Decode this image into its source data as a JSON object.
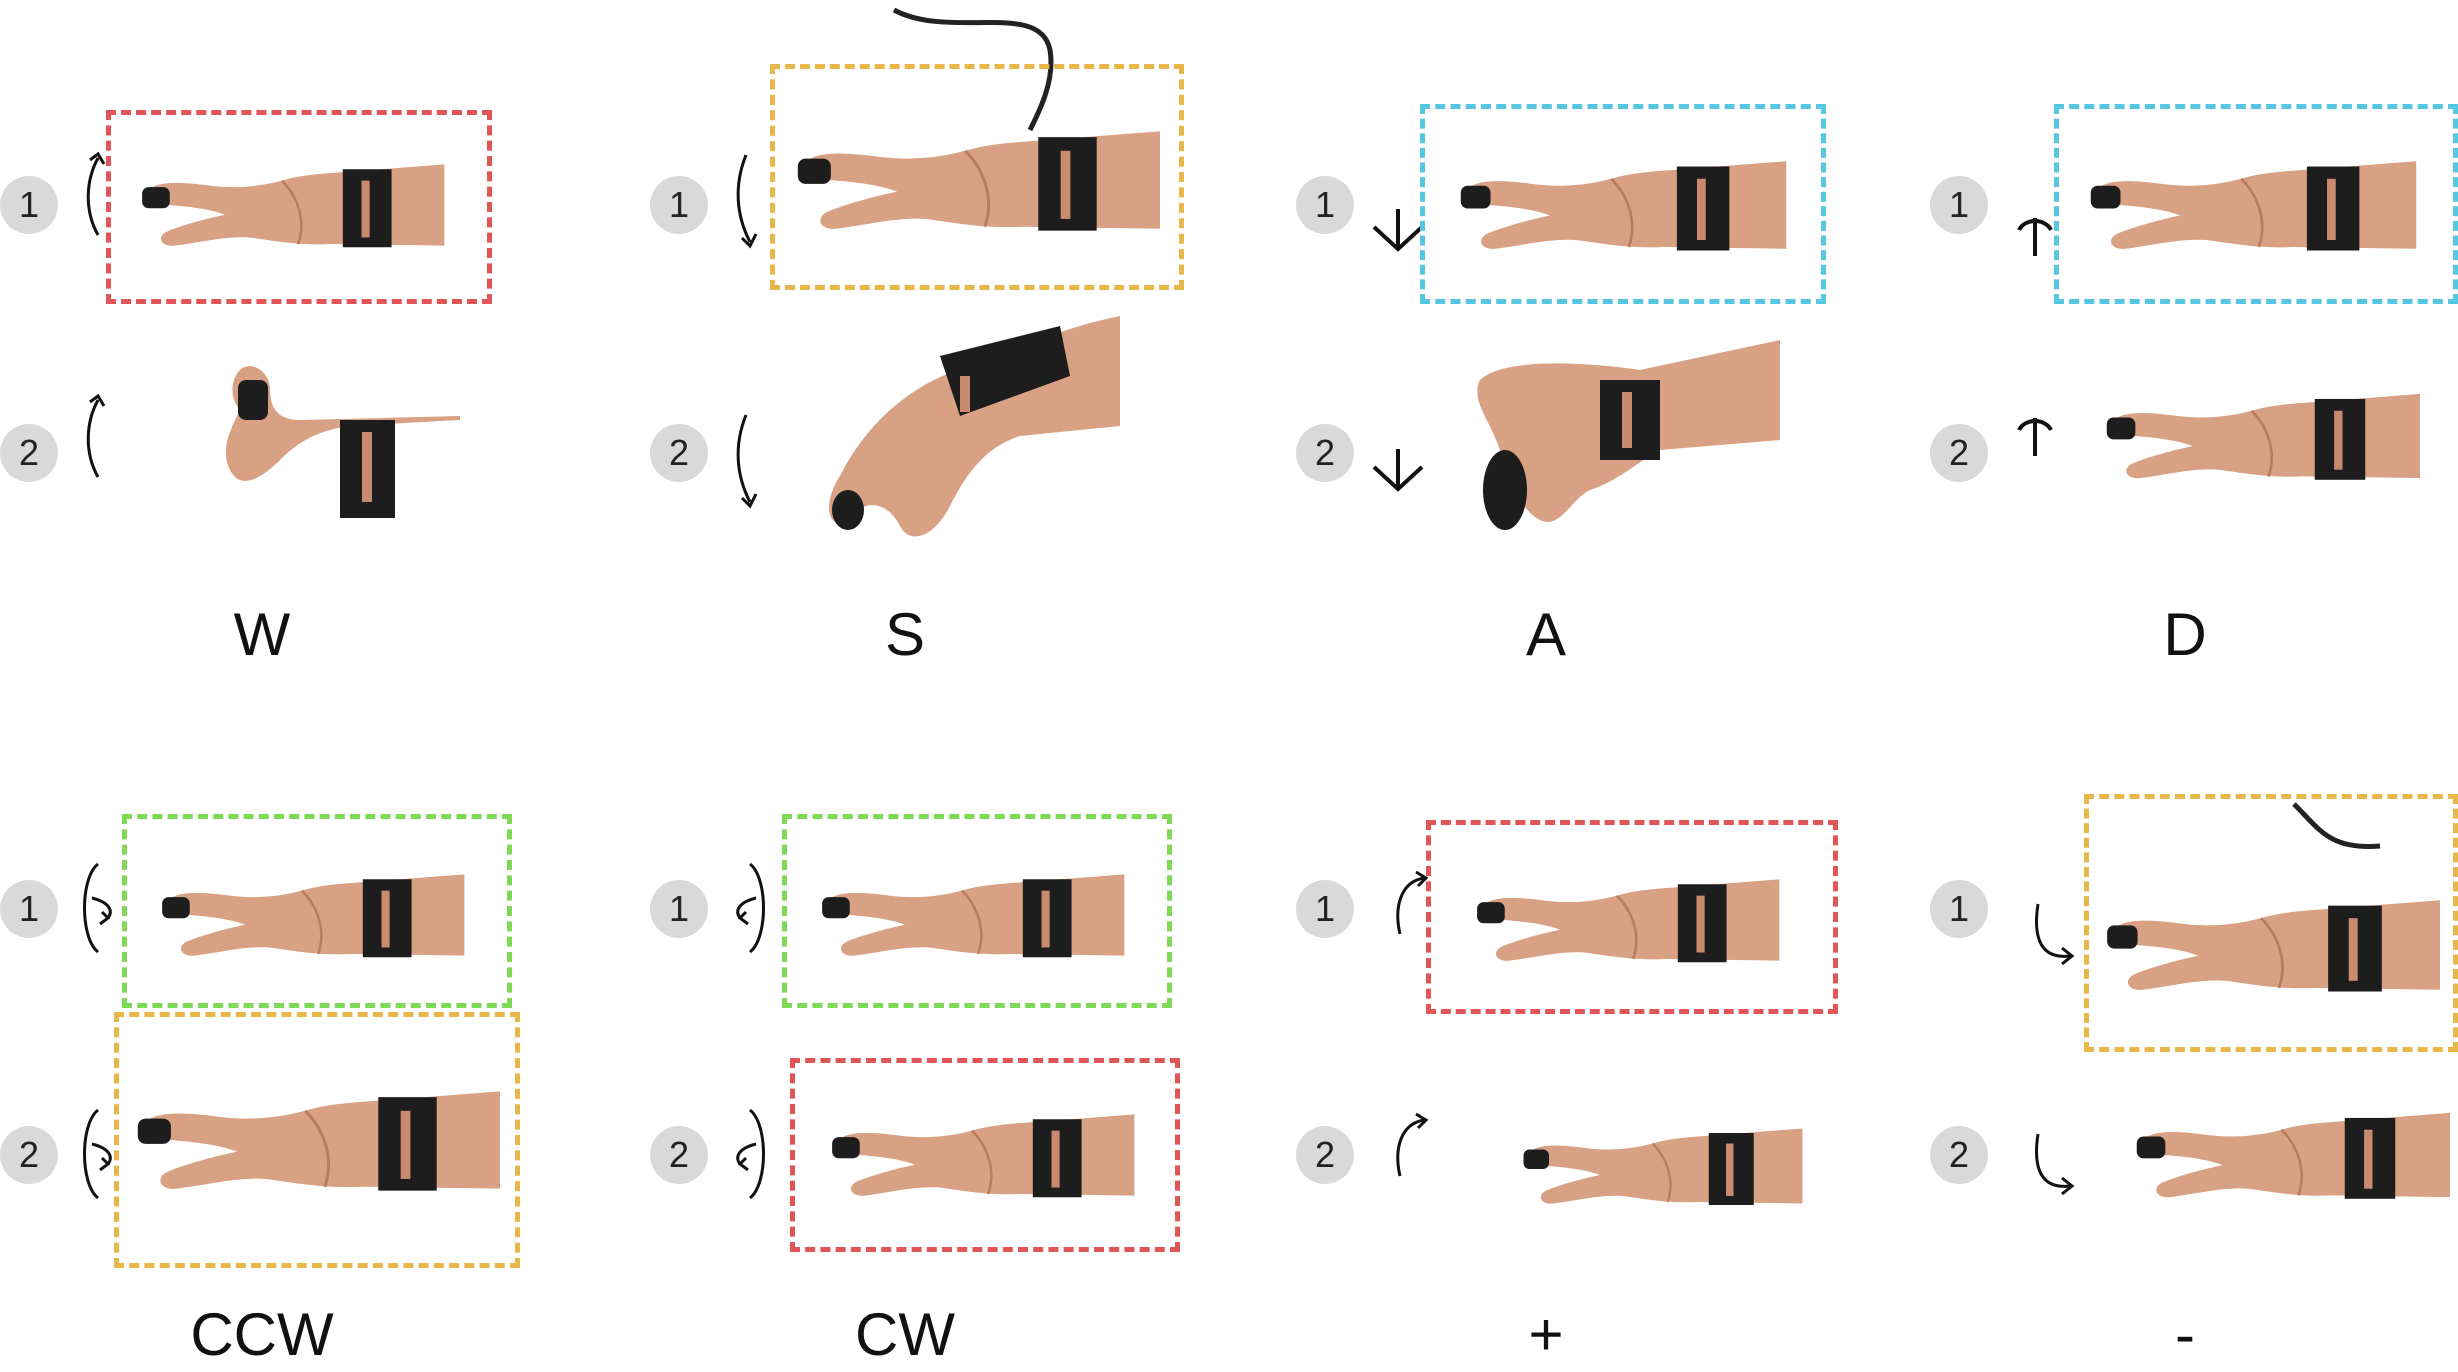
{
  "step_labels": {
    "one": "1",
    "two": "2"
  },
  "gestures": [
    {
      "name": "w",
      "label": "W",
      "box_color_1": "#e05555",
      "box_color_2": ""
    },
    {
      "name": "s",
      "label": "S",
      "box_color_1": "#e8b74a",
      "box_color_2": ""
    },
    {
      "name": "a",
      "label": "A",
      "box_color_1": "#55c7e0",
      "box_color_2": ""
    },
    {
      "name": "d",
      "label": "D",
      "box_color_1": "#55c7e0",
      "box_color_2": ""
    },
    {
      "name": "ccw",
      "label": "CCW",
      "box_color_1": "#7ed957",
      "box_color_2": "#e8b74a"
    },
    {
      "name": "cw",
      "label": "CW",
      "box_color_1": "#7ed957",
      "box_color_2": "#e05555"
    },
    {
      "name": "plus",
      "label": "+",
      "box_color_1": "#e05555",
      "box_color_2": ""
    },
    {
      "name": "minus",
      "label": "-",
      "box_color_1": "#e8b74a",
      "box_color_2": ""
    }
  ],
  "colors": {
    "skin": "#d9a184",
    "skin_shadow": "#b97a5e",
    "band": "#1d1d1d",
    "badge": "#d9d9d9"
  }
}
